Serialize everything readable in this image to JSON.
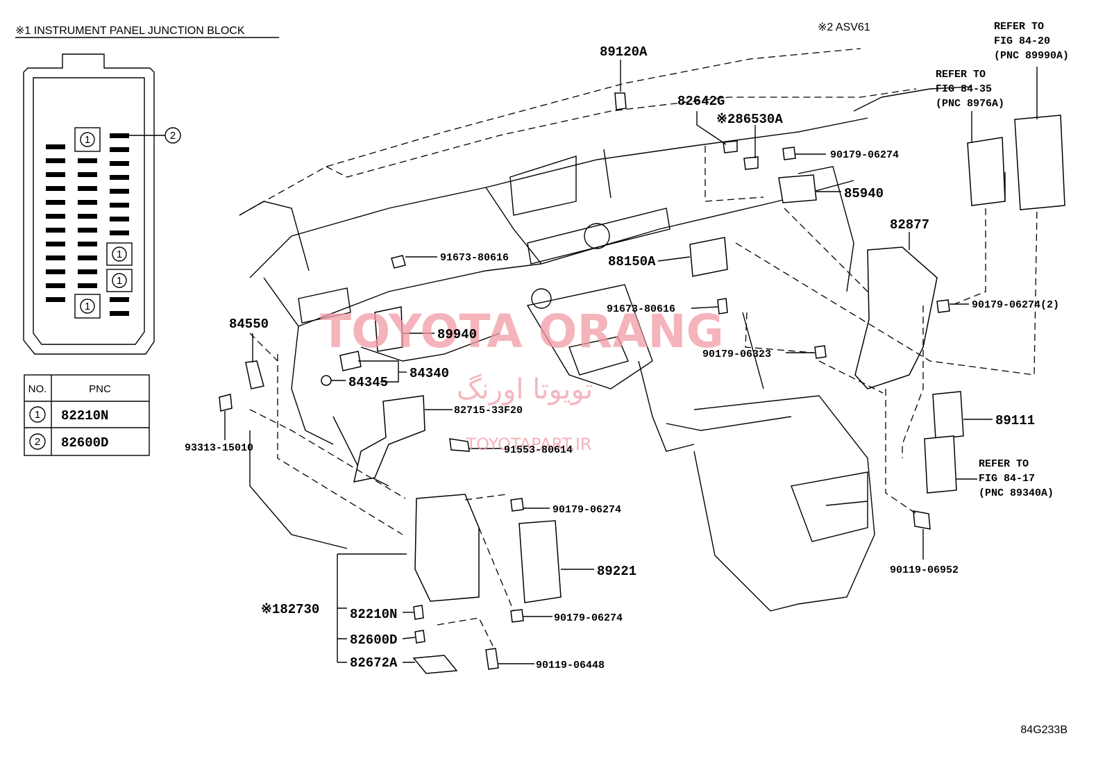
{
  "header": {
    "title": "※1 INSTRUMENT PANEL JUNCTION BLOCK",
    "note": "※2 ASV61",
    "figure_code": "84G233B"
  },
  "refers": [
    {
      "line1": "REFER TO",
      "line2": "FIG 84-20",
      "line3": "(PNC 89990A)"
    },
    {
      "line1": "REFER TO",
      "line2": "FIG 84-35",
      "line3": "(PNC 8976A)"
    },
    {
      "line1": "REFER TO",
      "line2": "FIG 84-17",
      "line3": "(PNC 89340A)"
    }
  ],
  "junction_block": {
    "callout": "2",
    "markers": [
      "1",
      "1",
      "1",
      "1"
    ]
  },
  "table": {
    "headers": [
      "NO.",
      "PNC"
    ],
    "rows": [
      {
        "no": "1",
        "pnc": "82210N"
      },
      {
        "no": "2",
        "pnc": "82600D"
      }
    ]
  },
  "parts": {
    "p89120A": "89120A",
    "p82642G": "82642G",
    "p86530A": "※286530A",
    "p90179_06274_top": "90179-06274",
    "p85940": "85940",
    "p82877": "82877",
    "p91673_80616_a": "91673-80616",
    "p88150A": "88150A",
    "p91673_80616_b": "91673-80616",
    "p90179_06274_2": "90179-06274(2)",
    "p84550": "84550",
    "p89940": "89940",
    "p90179_06323": "90179-06323",
    "p84340": "84340",
    "p84345": "84345",
    "p82715_33F20": "82715-33F20",
    "p93313_15010": "93313-15010",
    "p91553_80614": "91553-80614",
    "p89111": "89111",
    "p90179_06274_mid": "90179-06274",
    "p89221": "89221",
    "p90119_06952": "90119-06952",
    "p82730": "※182730",
    "p82210N": "82210N",
    "p90179_06274_low": "90179-06274",
    "p82600D": "82600D",
    "p82672A": "82672A",
    "p90119_06448": "90119-06448"
  },
  "watermark": {
    "brand": "TOYOTA ORANG",
    "persian": "تویوتا اورنگ",
    "url": "TOYOTAPART.IR"
  }
}
